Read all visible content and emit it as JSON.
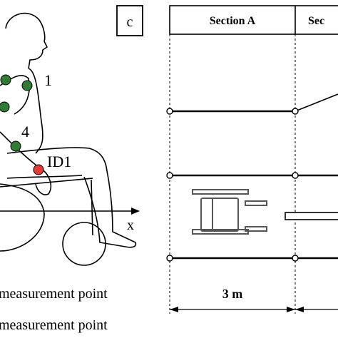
{
  "panel_label": "c",
  "figure": {
    "point_labels": {
      "p1": "1",
      "p4": "4",
      "id1": "ID1"
    },
    "axis_label": "x",
    "legend": [
      {
        "text": "measurement point",
        "marker_color": "#2e7d32"
      },
      {
        "text": "measurement point",
        "marker_color": "#e53935"
      }
    ]
  },
  "track": {
    "section_a": "Section A",
    "section_b": "Sec",
    "distance": "3 m"
  },
  "colors": {
    "green_point": "#2e7d32",
    "red_point": "#e53935",
    "line": "#000000",
    "drawing": "#555555"
  }
}
